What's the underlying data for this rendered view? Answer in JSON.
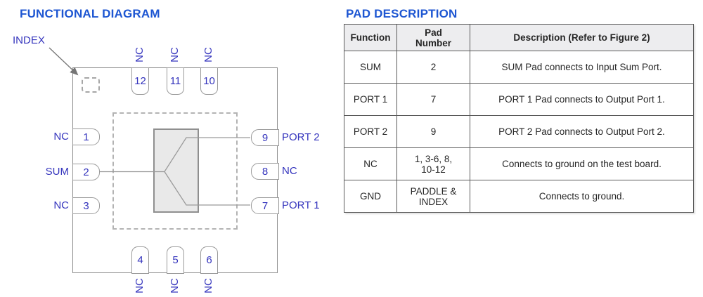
{
  "fd": {
    "title": "FUNCTIONAL DIAGRAM",
    "index_label": "INDEX",
    "pads": {
      "top": [
        {
          "num": "12",
          "label": "NC"
        },
        {
          "num": "11",
          "label": "NC"
        },
        {
          "num": "10",
          "label": "NC"
        }
      ],
      "bottom": [
        {
          "num": "4",
          "label": "NC"
        },
        {
          "num": "5",
          "label": "NC"
        },
        {
          "num": "6",
          "label": "NC"
        }
      ],
      "left": [
        {
          "num": "1",
          "label": "NC"
        },
        {
          "num": "2",
          "label": "SUM"
        },
        {
          "num": "3",
          "label": "NC"
        }
      ],
      "right": [
        {
          "num": "9",
          "label": "PORT 2"
        },
        {
          "num": "8",
          "label": "NC"
        },
        {
          "num": "7",
          "label": "PORT 1"
        }
      ]
    }
  },
  "table": {
    "title": "PAD DESCRIPTION",
    "headers": {
      "function": "Function",
      "pad_number": "Pad\nNumber",
      "description": "Description (Refer to Figure 2)"
    },
    "rows": [
      {
        "function": "SUM",
        "pad_number": "2",
        "description": "SUM Pad connects to Input Sum Port."
      },
      {
        "function": "PORT 1",
        "pad_number": "7",
        "description": "PORT 1 Pad connects to Output Port 1."
      },
      {
        "function": "PORT 2",
        "pad_number": "9",
        "description": "PORT 2 Pad connects to Output Port 2."
      },
      {
        "function": "NC",
        "pad_number": "1, 3-6, 8,\n10-12",
        "description": "Connects to ground on the test board."
      },
      {
        "function": "GND",
        "pad_number": "PADDLE &\nINDEX",
        "description": "Connects to ground."
      }
    ]
  },
  "colors": {
    "title_blue": "#1d56d2",
    "label_blue": "#3434bd",
    "line_gray": "#9a9a9a",
    "package_gray": "#8d8d8d",
    "dash_gray": "#b3b3b3",
    "splitter_fill": "#e9e9e9",
    "splitter_border": "#8f8f8f",
    "table_border": "#5a5a5a",
    "header_bg": "#ededef",
    "text_dark": "#262626",
    "arrow_gray": "#757575"
  }
}
